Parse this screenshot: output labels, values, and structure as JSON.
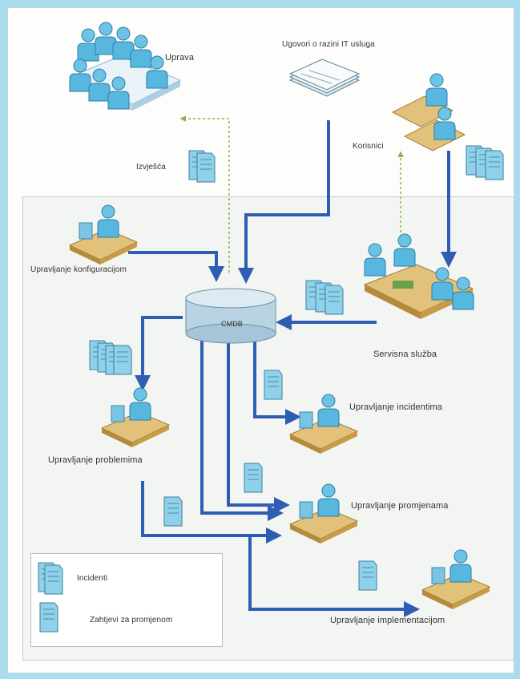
{
  "labels": {
    "management": "Uprava",
    "it_services_offer": "Ugovori o razini IT usluga",
    "users": "Korisnici",
    "reports": "Izvješća",
    "config_management": "Upravljanje konfiguracijom",
    "cmdb": "CMDB",
    "service_desk": "Servisna služba",
    "incident_management": "Upravljanje incidentima",
    "problem_management": "Upravljanje problemima",
    "change_management": "Upravljanje promjenama",
    "release_management": "Upravljanje implementacijom"
  },
  "legend": {
    "item1": "Incidenti",
    "item2": "Zahtjevi za promjenom"
  },
  "colors": {
    "arrow": "#2f5db3",
    "dotted": "#8fb04a",
    "person": "#57b7de",
    "desk": "#e2c27a",
    "background": "#a9dcef"
  }
}
